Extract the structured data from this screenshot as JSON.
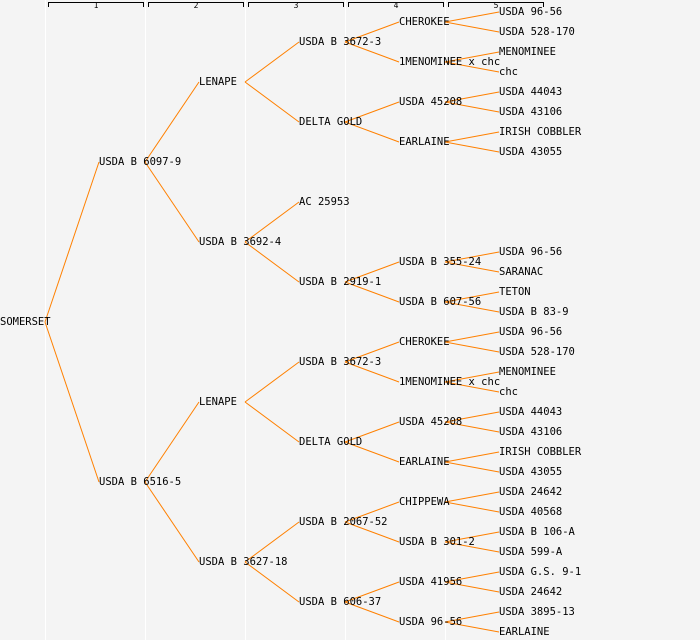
{
  "generation_headers": [
    "1",
    "2",
    "3",
    "4",
    "5"
  ],
  "colors": {
    "line": "#ff8000",
    "background": "#f4f4f4"
  },
  "tree": {
    "name": "SOMERSET",
    "children": [
      {
        "name": "USDA B 6097-9",
        "children": [
          {
            "name": "LENAPE",
            "children": [
              {
                "name": "USDA B 3672-3",
                "children": [
                  {
                    "name": "CHEROKEE",
                    "children": [
                      {
                        "name": "USDA 96-56"
                      },
                      {
                        "name": "USDA 528-170"
                      }
                    ]
                  },
                  {
                    "name": "1MENOMINEE x chc",
                    "children": [
                      {
                        "name": "MENOMINEE"
                      },
                      {
                        "name": "chc"
                      }
                    ]
                  }
                ]
              },
              {
                "name": "DELTA GOLD",
                "children": [
                  {
                    "name": "USDA 45208",
                    "children": [
                      {
                        "name": "USDA 44043"
                      },
                      {
                        "name": "USDA 43106"
                      }
                    ]
                  },
                  {
                    "name": "EARLAINE",
                    "children": [
                      {
                        "name": "IRISH COBBLER"
                      },
                      {
                        "name": "USDA 43055"
                      }
                    ]
                  }
                ]
              }
            ]
          },
          {
            "name": "USDA B 3692-4",
            "children": [
              {
                "name": "AC 25953"
              },
              {
                "name": "USDA B 2919-1",
                "children": [
                  {
                    "name": "USDA B 355-24",
                    "children": [
                      {
                        "name": "USDA 96-56"
                      },
                      {
                        "name": "SARANAC"
                      }
                    ]
                  },
                  {
                    "name": "USDA B 607-56",
                    "children": [
                      {
                        "name": "TETON"
                      },
                      {
                        "name": "USDA B 83-9"
                      }
                    ]
                  }
                ]
              }
            ]
          }
        ]
      },
      {
        "name": "USDA B 6516-5",
        "children": [
          {
            "name": "LENAPE",
            "children": [
              {
                "name": "USDA B 3672-3",
                "children": [
                  {
                    "name": "CHEROKEE",
                    "children": [
                      {
                        "name": "USDA 96-56"
                      },
                      {
                        "name": "USDA 528-170"
                      }
                    ]
                  },
                  {
                    "name": "1MENOMINEE x chc",
                    "children": [
                      {
                        "name": "MENOMINEE"
                      },
                      {
                        "name": "chc"
                      }
                    ]
                  }
                ]
              },
              {
                "name": "DELTA GOLD",
                "children": [
                  {
                    "name": "USDA 45208",
                    "children": [
                      {
                        "name": "USDA 44043"
                      },
                      {
                        "name": "USDA 43106"
                      }
                    ]
                  },
                  {
                    "name": "EARLAINE",
                    "children": [
                      {
                        "name": "IRISH COBBLER"
                      },
                      {
                        "name": "USDA 43055"
                      }
                    ]
                  }
                ]
              }
            ]
          },
          {
            "name": "USDA B 3627-18",
            "children": [
              {
                "name": "USDA B 2067-52",
                "children": [
                  {
                    "name": "CHIPPEWA",
                    "children": [
                      {
                        "name": "USDA 24642"
                      },
                      {
                        "name": "USDA 40568"
                      }
                    ]
                  },
                  {
                    "name": "USDA B 301-2",
                    "children": [
                      {
                        "name": "USDA B 106-A"
                      },
                      {
                        "name": "USDA 599-A"
                      }
                    ]
                  }
                ]
              },
              {
                "name": "USDA B 606-37",
                "children": [
                  {
                    "name": "USDA 41956",
                    "children": [
                      {
                        "name": "USDA G.S. 9-1"
                      },
                      {
                        "name": "USDA 24642"
                      }
                    ]
                  },
                  {
                    "name": "USDA 96-56",
                    "children": [
                      {
                        "name": "USDA 3895-13"
                      },
                      {
                        "name": "EARLAINE"
                      }
                    ]
                  }
                ]
              }
            ]
          }
        ]
      }
    ]
  }
}
